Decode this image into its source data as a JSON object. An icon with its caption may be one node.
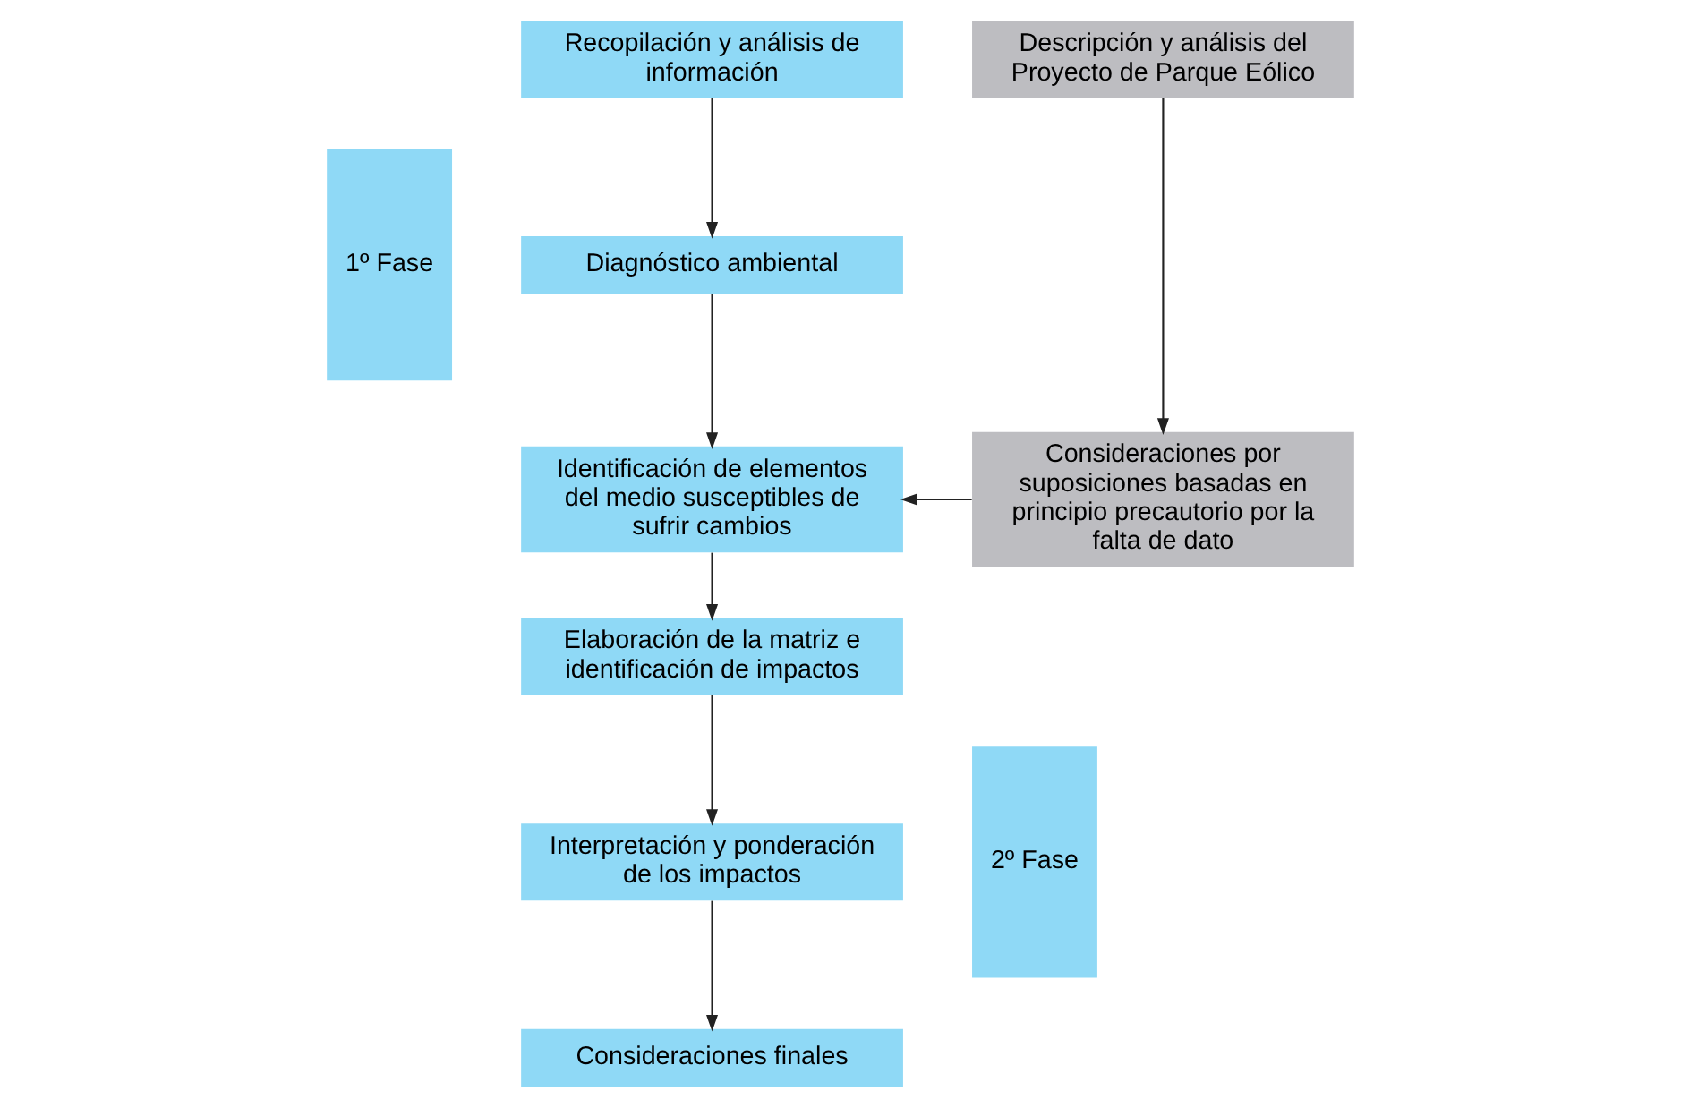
{
  "diagram": {
    "nodes": [
      {
        "text": [
          "1º Fase"
        ]
      },
      {
        "text": [
          "Recopilación y análisis de información"
        ]
      },
      {
        "text": [
          "Descripción y análisis del Proyecto de Parque Eólico"
        ]
      },
      {
        "text": [
          "Diagnóstico ambiental"
        ]
      },
      {
        "text": [
          "Identificación de elementos del medio susceptibles de sufrir cambios"
        ]
      },
      {
        "text": [
          "Consideraciones por suposiciones basadas en principio precautorio por la falta de dato"
        ]
      },
      {
        "text": [
          "2º Fase"
        ]
      },
      {
        "text": [
          "Elaboración de la matriz e identificación de impactos"
        ]
      },
      {
        "text": [
          "Interpretación y ponderación de los impactos"
        ]
      },
      {
        "text": [
          "Consideraciones finales"
        ]
      }
    ],
    "edges": [
      {
        "from": 1,
        "to": 3,
        "arrow": "to"
      },
      {
        "from": 3,
        "to": 4,
        "arrow": "to"
      },
      {
        "from": 2,
        "to": 5,
        "arrow": "to"
      },
      {
        "from": 5,
        "to": 4,
        "arrow": "to"
      },
      {
        "from": 4,
        "to": 7,
        "arrow": "to"
      },
      {
        "from": 7,
        "to": 8,
        "arrow": "to"
      },
      {
        "from": 8,
        "to": 9,
        "arrow": "to"
      }
    ]
  }
}
